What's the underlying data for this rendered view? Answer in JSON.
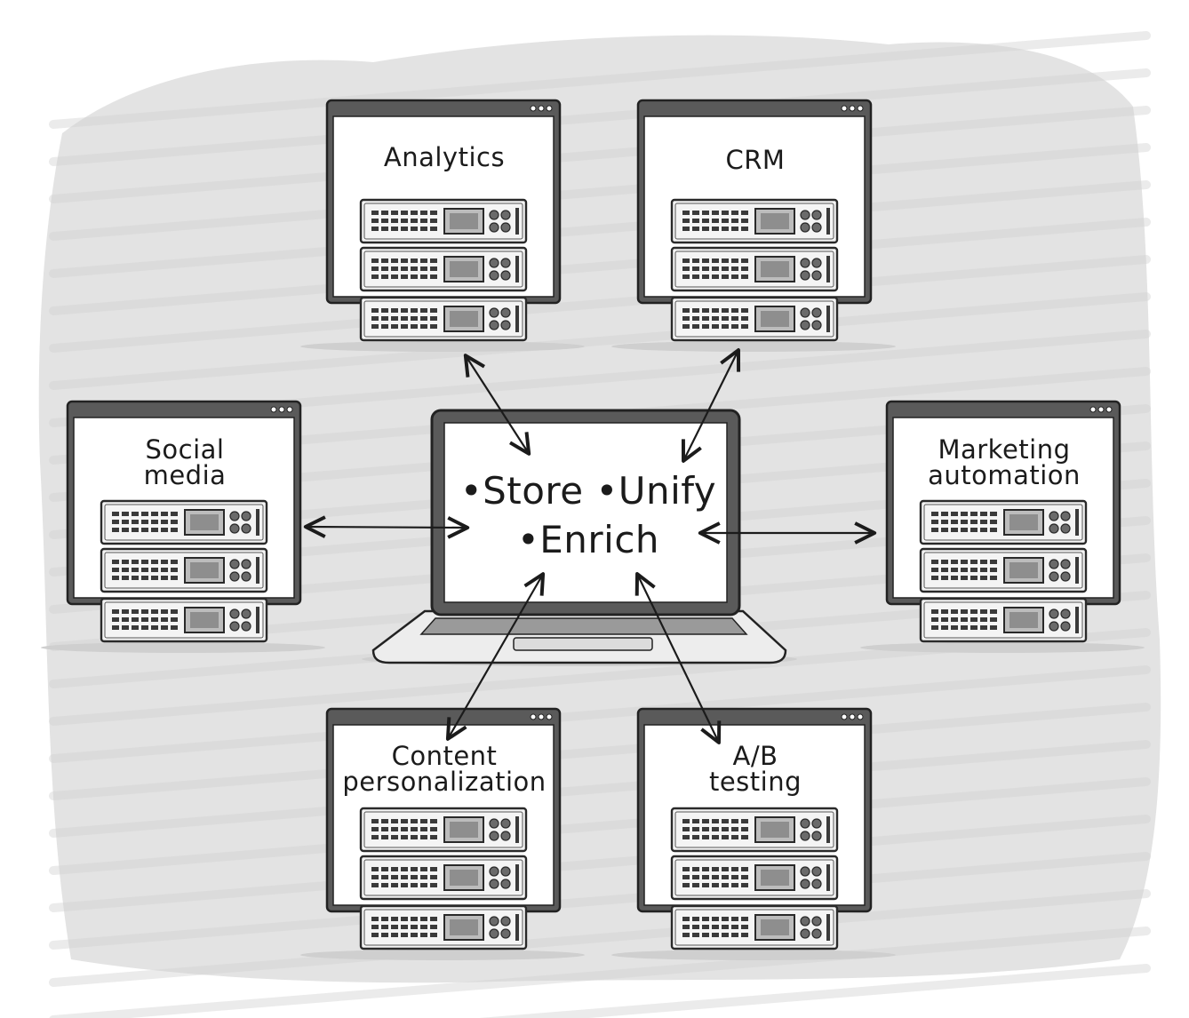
{
  "hub": {
    "line1": "•Store •Unify",
    "line2": "•Enrich"
  },
  "nodes": {
    "analytics": {
      "line1": "Analytics"
    },
    "crm": {
      "line1": "CRM"
    },
    "social": {
      "line1": "Social",
      "line2": "media"
    },
    "marketing": {
      "line1": "Marketing",
      "line2": "automation"
    },
    "content": {
      "line1": "Content",
      "line2": "personalization"
    },
    "ab": {
      "line1": "A/B",
      "line2": "testing"
    }
  },
  "connections": [
    {
      "from": "hub",
      "to": "analytics",
      "direction": "bidirectional"
    },
    {
      "from": "hub",
      "to": "crm",
      "direction": "bidirectional"
    },
    {
      "from": "hub",
      "to": "social",
      "direction": "bidirectional"
    },
    {
      "from": "hub",
      "to": "marketing",
      "direction": "bidirectional"
    },
    {
      "from": "hub",
      "to": "content",
      "direction": "bidirectional"
    },
    {
      "from": "hub",
      "to": "ab",
      "direction": "bidirectional"
    }
  ],
  "colors": {
    "background_texture": "#e3e3e3",
    "ink": "#1b1b1b",
    "window_frame": "#5a5a5a",
    "window_screen": "#ffffff",
    "server_face": "#f4f4f4"
  }
}
